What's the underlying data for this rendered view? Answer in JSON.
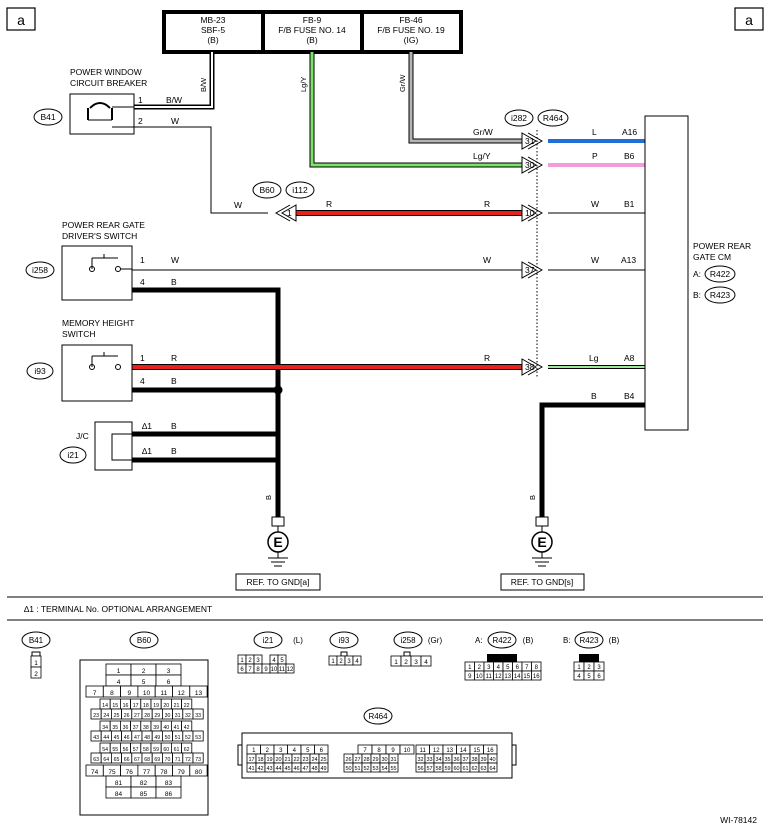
{
  "page_label": "a",
  "figure_id": "WI-78142",
  "fuse_box": [
    {
      "l1": "MB-23",
      "l2": "SBF-5",
      "l3": "(B)"
    },
    {
      "l1": "FB-9",
      "l2": "F/B FUSE NO. 14",
      "l3": "(B)"
    },
    {
      "l1": "FB-46",
      "l2": "F/B FUSE NO. 19",
      "l3": "(IG)"
    }
  ],
  "components": {
    "breaker": {
      "title1": "POWER WINDOW",
      "title2": "CIRCUIT BREAKER",
      "conn": "B41"
    },
    "driver_switch": {
      "title1": "POWER REAR GATE",
      "title2": "DRIVER'S SWITCH",
      "conn": "i258"
    },
    "memory_switch": {
      "title1": "MEMORY HEIGHT",
      "title2": "SWITCH",
      "conn": "i93"
    },
    "jc": {
      "title": "J/C",
      "conn": "i21"
    },
    "cm": {
      "title1": "POWER REAR",
      "title2": "GATE CM",
      "a_label": "A:",
      "a_conn": "R422",
      "b_label": "B:",
      "b_conn": "R423"
    }
  },
  "connectors": {
    "r464": "R464",
    "i282": "i282",
    "b60": "B60",
    "i112": "i112"
  },
  "wire_colors": {
    "B": "#000000",
    "W": "#ffffff",
    "R": "#e8211c",
    "LgY": "#7be36a",
    "GrW": "#b4b4b4",
    "L": "#1f6fd6",
    "P": "#f49bdc",
    "Lg": "#9ee89a"
  },
  "labels": {
    "bw": "B/W",
    "w": "W",
    "b": "B",
    "r": "R",
    "lgy": "Lg/Y",
    "grw": "Gr/W",
    "l": "L",
    "p": "P",
    "lg": "Lg",
    "pin1": "1",
    "pin2": "2",
    "pin4": "4",
    "pin10": "10",
    "pin30": "30",
    "pin31": "31",
    "pin37": "37",
    "pin38": "38",
    "star1": "∆1",
    "a16": "A16",
    "b6": "B6",
    "b1": "B1",
    "a13": "A13",
    "a8": "A8",
    "b4": "B4",
    "ground": "E",
    "ref_gnd_a": "REF. TO GND[a]",
    "ref_gnd_s": "REF. TO GND[s]",
    "footnote": "∆1 : TERMINAL No. OPTIONAL ARRANGEMENT"
  },
  "connector_views": {
    "b41": {
      "name": "B41",
      "pins": [
        "1",
        "2"
      ]
    },
    "b60": {
      "name": "B60",
      "rows": [
        [
          "1",
          "2",
          "3"
        ],
        [
          "4",
          "5",
          "6"
        ],
        [
          "7",
          "8",
          "9",
          "10",
          "11",
          "12",
          "13"
        ],
        [
          "14",
          "15",
          "16",
          "17",
          "18",
          "19",
          "20",
          "21",
          "22"
        ],
        [
          "23",
          "24",
          "25",
          "26",
          "27",
          "28",
          "29",
          "30",
          "31",
          "32",
          "33"
        ],
        [
          "34",
          "35",
          "36",
          "37",
          "38",
          "39",
          "40",
          "41",
          "42"
        ],
        [
          "43",
          "44",
          "45",
          "46",
          "47",
          "48",
          "49",
          "50",
          "51",
          "52",
          "53"
        ],
        [
          "54",
          "55",
          "56",
          "57",
          "58",
          "59",
          "60",
          "61",
          "62"
        ],
        [
          "63",
          "64",
          "65",
          "66",
          "67",
          "68",
          "69",
          "70",
          "71",
          "72",
          "73"
        ],
        [
          "74",
          "75",
          "76",
          "77",
          "78",
          "79",
          "80"
        ],
        [
          "81",
          "82",
          "83"
        ],
        [
          "84",
          "85",
          "86"
        ]
      ]
    },
    "i21": {
      "name": "i21",
      "tag": "(L)",
      "rows": [
        [
          "1",
          "2",
          "3",
          "",
          "4",
          "5"
        ],
        [
          "6",
          "7",
          "8",
          "9",
          "10",
          "11",
          "12"
        ]
      ]
    },
    "i93": {
      "name": "i93",
      "pins": [
        "1",
        "2",
        "3",
        "4"
      ]
    },
    "i258": {
      "name": "i258",
      "tag": "(Gr)",
      "pins": [
        "1",
        "2",
        "3",
        "4"
      ]
    },
    "r422": {
      "prefix": "A:",
      "name": "R422",
      "tag": "(B)",
      "rows": [
        [
          "1",
          "2",
          "3",
          "4",
          "5",
          "6",
          "7",
          "8"
        ],
        [
          "9",
          "10",
          "11",
          "12",
          "13",
          "14",
          "15",
          "16"
        ]
      ]
    },
    "r423": {
      "prefix": "B:",
      "name": "R423",
      "tag": "(B)",
      "rows": [
        [
          "1",
          "2",
          "3"
        ],
        [
          "4",
          "5",
          "6"
        ]
      ]
    },
    "r464": {
      "name": "R464",
      "blocks": [
        [
          [
            "1",
            "2",
            "3",
            "4",
            "5",
            "6"
          ],
          [
            "17",
            "18",
            "19",
            "20",
            "21",
            "22",
            "23",
            "24",
            "25"
          ],
          [
            "41",
            "42",
            "43",
            "44",
            "45",
            "46",
            "47",
            "48",
            "49"
          ]
        ],
        [
          [
            "7",
            "8",
            "9",
            "10"
          ],
          [
            "26",
            "27",
            "28",
            "29",
            "30",
            "31"
          ],
          [
            "50",
            "51",
            "52",
            "53",
            "54",
            "55"
          ]
        ],
        [
          [
            "11",
            "12",
            "13",
            "14",
            "15",
            "16"
          ],
          [
            "32",
            "33",
            "34",
            "35",
            "36",
            "37",
            "38",
            "39",
            "40"
          ],
          [
            "56",
            "57",
            "58",
            "59",
            "60",
            "61",
            "62",
            "63",
            "64"
          ]
        ]
      ]
    }
  }
}
